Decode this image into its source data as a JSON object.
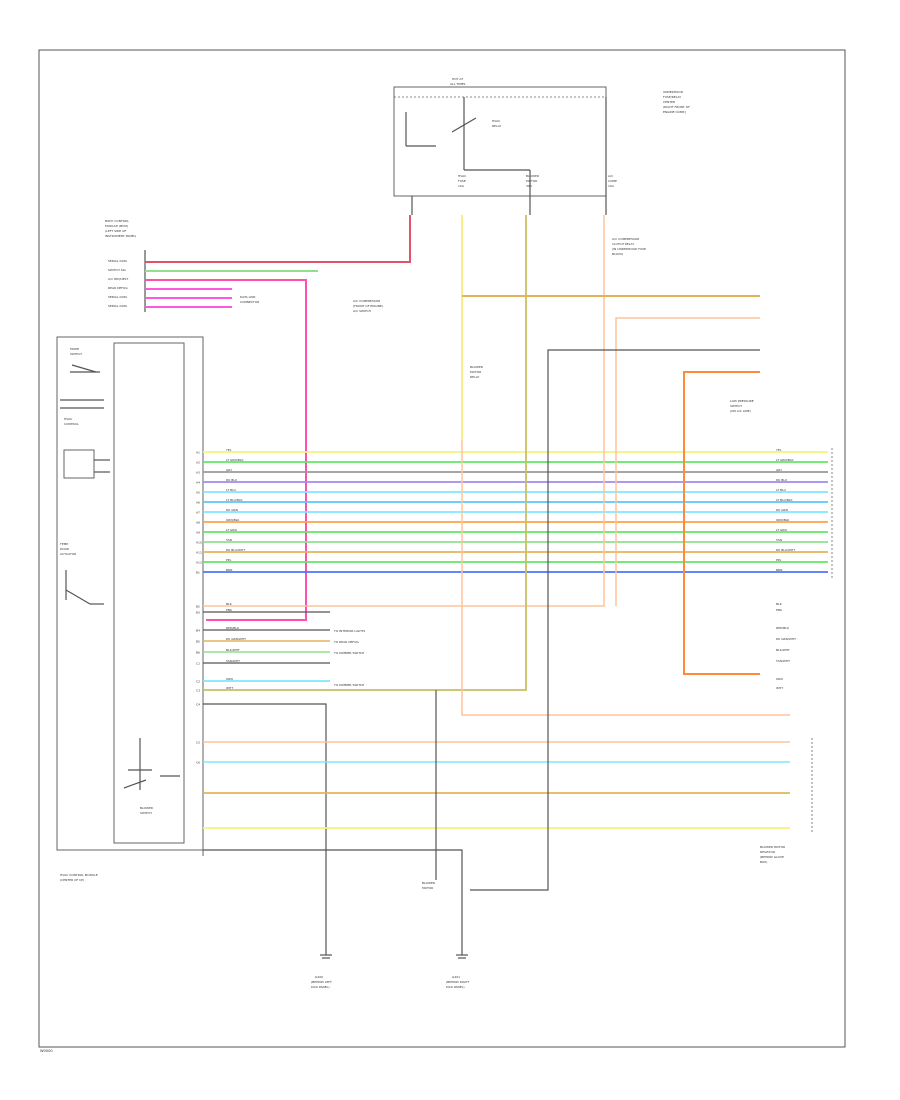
{
  "footer": {
    "code": "W0000"
  },
  "colors": {
    "red": "#e0536b",
    "green": "#8fe08f",
    "pink": "#ff4fb0",
    "magenta": "#ff58e0",
    "yellow": "#f6f27a",
    "lime": "#60e860",
    "violet": "#a08cf0",
    "blue": "#4d74ff",
    "cyan": "#7fe6ff",
    "sky": "#59c6ff",
    "darkblue": "#2f3cb4",
    "orange": "#ffa24a",
    "tan": "#e2b45a",
    "gold": "#f0c04a",
    "peach": "#ffc39a",
    "olive": "#c8c060",
    "black": "#555555",
    "gray": "#9a9a9a"
  },
  "labels": {
    "top_fuse_a": "HOT AT",
    "top_fuse_b": "ALL TIMES",
    "underhood_1": "UNDERHOOD",
    "underhood_2": "FUSE/RELAY",
    "underhood_3": "CENTER",
    "underhood_4": "(RIGHT FRONT OF",
    "underhood_5": "ENGINE COMP.)",
    "relay_name_1": "HVAC",
    "relay_name_2": "RELAY",
    "fuse1_a": "HVAC",
    "fuse1_b": "FUSE",
    "fuse1_c": "10A",
    "fuse2_a": "BLOWER",
    "fuse2_b": "MOTOR",
    "fuse2_c": "30A",
    "fuse3_a": "A/C",
    "fuse3_b": "COMP",
    "fuse3_c": "10A",
    "left_top_1": "BODY CONTROL",
    "left_top_2": "MODULE (BCM)",
    "left_top_3": "(LEFT SIDE OF",
    "left_top_4": "INSTRUMENT PANEL)",
    "bcm_pin_1": "SERIAL DATA",
    "bcm_pin_2": "SWITCH SIG",
    "bcm_pin_3": "A/C REQUEST",
    "bcm_pin_4": "REAR DEFOG",
    "bcm_pin_5": "SERIAL DATA",
    "bcm_pin_6": "SERIAL DATA",
    "data_link": "DATA LINK",
    "data_link2": "CONNECTOR",
    "ecm_1": "A/C COMPRESSOR",
    "ecm_2": "CLUTCH RELAY",
    "ecm_3": "(IN UNDERHOOD FUSE",
    "ecm_4": "BLOCK)",
    "blower_1": "BLOWER",
    "blower_2": "MOTOR",
    "blower_3": "RELAY",
    "right_top_1": "A/C COMPRESSOR",
    "right_top_2": "(FRONT OF ENGINE)",
    "right_top_3": "A/C SWITCH",
    "right_mid_1": "LOW PRESSURE",
    "right_mid_2": "SWITCH",
    "right_mid_3": "(ON A/C LINE)",
    "hvac_1": "HVAC",
    "hvac_2": "CONTROL",
    "mode_sw": "MODE",
    "mode_sw2": "SWITCH",
    "temp_1": "TEMP",
    "temp_2": "DOOR",
    "temp_3": "ACTUATOR",
    "blower_sw_1": "BLOWER",
    "blower_sw_2": "SWITCH",
    "lh_1": "HVAC CONTROL MODULE",
    "lh_2": "(CENTER OF I/P)",
    "rb_1": "BLOWER MOTOR",
    "rb_2": "RESISTOR",
    "rb_3": "(BEHIND GLOVE",
    "rb_4": "BOX)",
    "g1_1": "G200",
    "g1_2": "(BEHIND LEFT",
    "g1_3": "KICK PANEL)",
    "g2_1": "G201",
    "g2_2": "(BEHIND RIGHT",
    "g2_3": "KICK PANEL)",
    "blower_m": "BLOWER",
    "blower_m2": "MOTOR",
    "to_defog": "TO REAR DEFOG",
    "to_lights": "TO INTERIOR LIGHTS",
    "to_dimmer": "TO DIMMER SWITCH",
    "to_dimmer2": "TO DIMMER SWITCH"
  },
  "pins": [
    "A1",
    "A2",
    "A3",
    "A4",
    "A5",
    "A6",
    "A7",
    "A8",
    "A9",
    "A10",
    "A11",
    "A12",
    "B1",
    "B2",
    "B3",
    "B4",
    "B5",
    "B6",
    "C1",
    "C2",
    "C3",
    "C4",
    "C5",
    "C6"
  ],
  "wire_codes": [
    "YEL",
    "LT GRN/BLK",
    "GRY",
    "DK BLU",
    "LT BLU",
    "LT BLU/BLK",
    "DK GRN",
    "ORN/BLK",
    "LT GRN",
    "TAN",
    "DK BLU/WHT",
    "PPL",
    "BRN",
    "BLK",
    "PNK",
    "RED/BLK",
    "DK GRN/WHT",
    "BLK/WHT",
    "TAN/WHT",
    "ORN",
    "WHT"
  ]
}
